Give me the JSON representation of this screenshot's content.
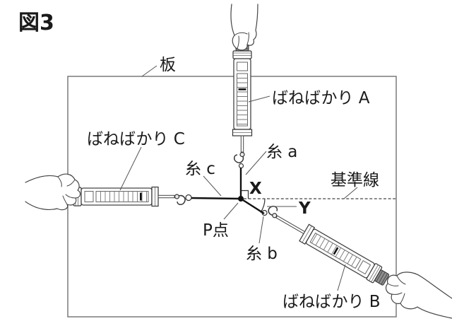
{
  "title": "図3",
  "labels": {
    "board": "板",
    "scale_a": "ばねばかり A",
    "scale_b": "ばねばかり B",
    "scale_c": "ばねばかり C",
    "string_a": "糸 a",
    "string_b": "糸 b",
    "string_c": "糸 c",
    "point_p": "P点",
    "x": "X",
    "y": "Y",
    "reference_line": "基準線"
  },
  "colors": {
    "ink": "#333333",
    "text": "#1a1a1a",
    "board_stroke": "#707070",
    "string": "#111111",
    "leader": "#555555"
  }
}
